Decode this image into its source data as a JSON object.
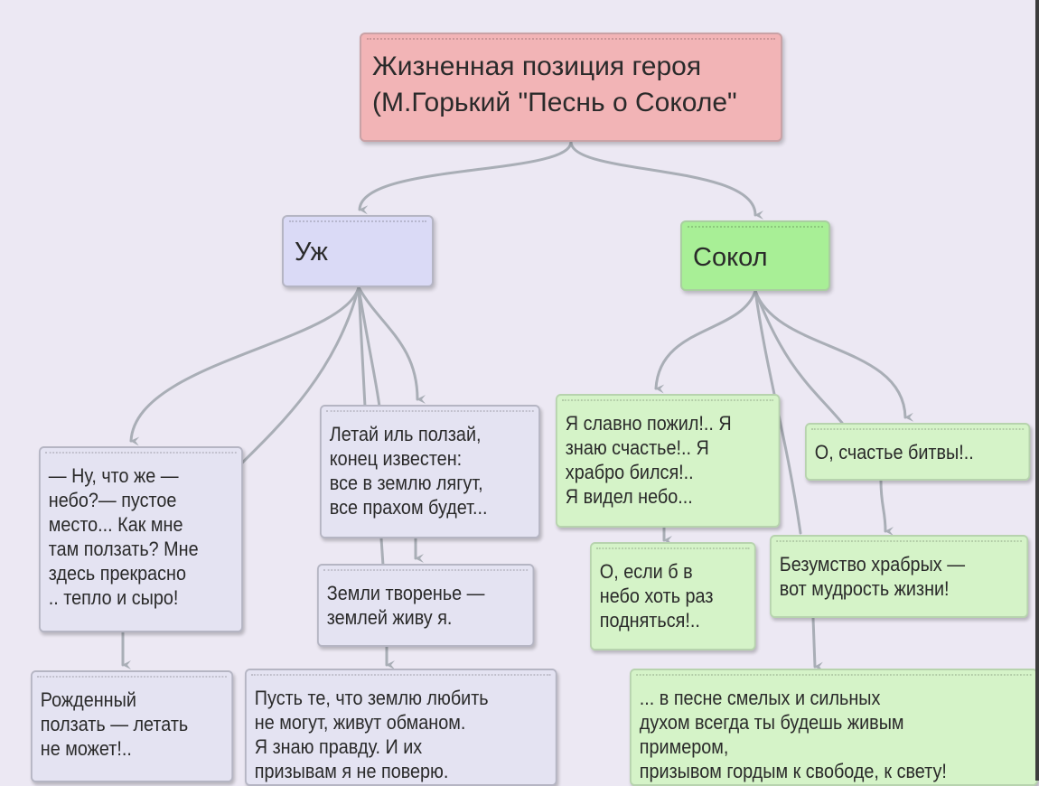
{
  "diagram": {
    "title": "Жизненная позиция героя\n(М.Горький \"Песнь о Соколе\"",
    "branches": [
      {
        "label": "Уж",
        "nodes": [
          "— Ну, что же —\nнебо?— пустое\nместо... Как мне\nтам ползать? Мне\nздесь прекрасно\n.. тепло и сыро!",
          "Летай иль ползай,\nконец известен:\nвсе в землю лягут,\nвсе прахом будет...",
          "Земли творенье —\nземлей живу я.",
          " Рожденный\nползать — летать\nне может!..",
          "Пусть те, что землю любить\nне могут, живут обманом.\nЯ знаю правду. И их\nпризывам я не поверю."
        ]
      },
      {
        "label": "Сокол",
        "nodes": [
          "Я славно пожил!.. Я\nзнаю счастье!.. Я\nхрабро бился!..\nЯ видел небо...",
          "О, счастье битвы!..",
          "О, если б в\nнебо хоть раз\nподняться!..",
          "Безумство храбрых —\nвот мудрость жизни!",
          "... в песне смелых и сильных\nдухом всегда ты будешь живым\nпримером,\nпризывом гордым к свободе, к свету!"
        ]
      }
    ],
    "colors": {
      "background": "#ece8f3",
      "root": "#f2b4b6",
      "uzh": "#dadaf6",
      "sokol": "#a8ef96",
      "uzh_leaves": "#e4e3f2",
      "sokol_leaves": "#d5f3c8",
      "connector": "#a9aeb6"
    }
  }
}
